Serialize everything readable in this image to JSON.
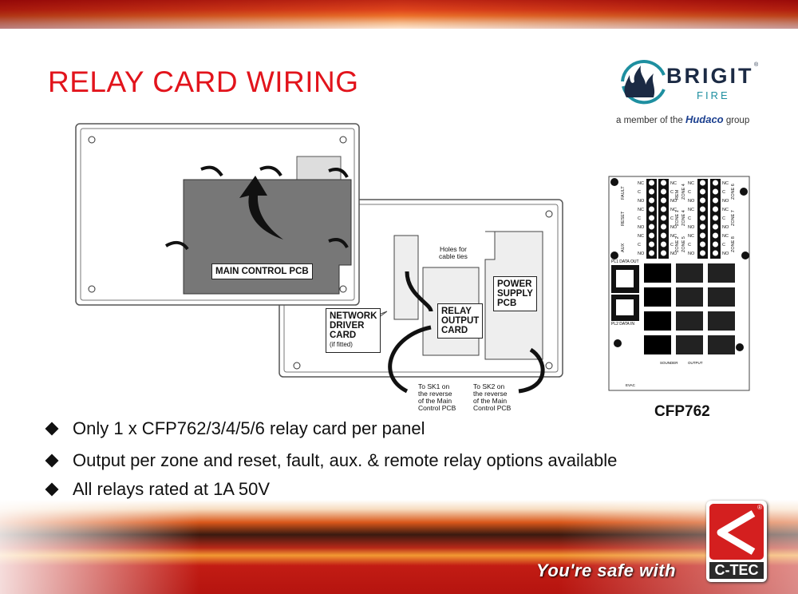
{
  "slide": {
    "title": "RELAY CARD WIRING",
    "bullets": [
      "Only 1 x CFP762/3/4/5/6 relay card per panel",
      "Output per zone and reset, fault, aux. & remote relay options available",
      "All relays rated at 1A 50V"
    ]
  },
  "brand": {
    "name": "BRIGIT",
    "sub": "FIRE",
    "registered": "®",
    "member_prefix": "a member of the",
    "member_company": "Hudaco",
    "member_suffix": "group"
  },
  "diagram": {
    "main_pcb": "MAIN CONTROL PCB",
    "cable_ties": [
      "Holes for",
      "cable ties"
    ],
    "power_supply": [
      "POWER",
      "SUPPLY",
      "PCB"
    ],
    "relay_output": [
      "RELAY",
      "OUTPUT",
      "CARD"
    ],
    "network_driver": [
      "NETWORK",
      "DRIVER",
      "CARD"
    ],
    "network_driver_note": "(if fitted)",
    "sk1": [
      "To SK1 on",
      "the reverse",
      "of the Main",
      "Control PCB"
    ],
    "sk2": [
      "To SK2 on",
      "the reverse",
      "of the Main",
      "Control PCB"
    ]
  },
  "relay_card": {
    "caption": "CFP762",
    "terminal_labels": [
      "NC",
      "C",
      "NO"
    ],
    "left_groups": [
      "FAULT",
      "RESET",
      "AUX"
    ],
    "mid_groups": [
      "REM",
      "ZONE 1",
      "ZONE 2"
    ],
    "mid2_groups": [
      "ZONE 4",
      "ZONE 4",
      "ZONE 5"
    ],
    "right_groups": [
      "ZONE 6",
      "ZONE 7",
      "ZONE 8"
    ],
    "pl1": "PL1 DATA OUT",
    "pl2": "PL2 DATA IN",
    "sounder": "SOUNDER",
    "output": "OUTPUT",
    "evac": "EVAC"
  },
  "footer": {
    "tagline": "You're safe with",
    "logo_text": "C-TEC",
    "logo_registered": "®"
  }
}
